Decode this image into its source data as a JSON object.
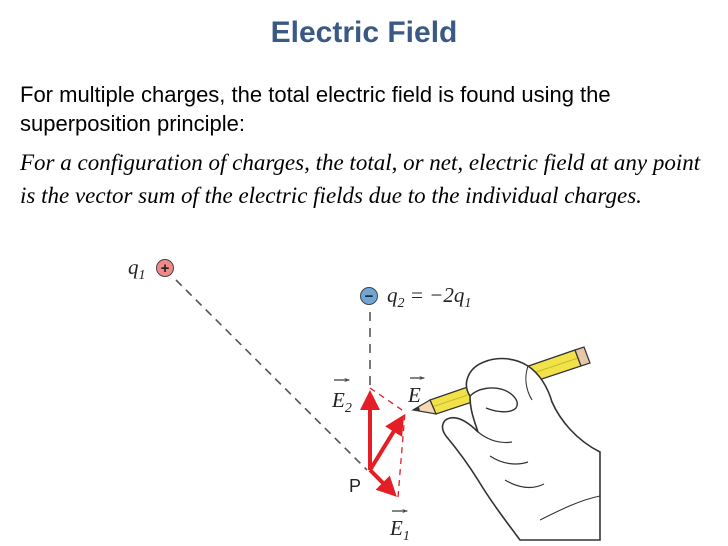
{
  "slide": {
    "title": "Electric Field",
    "intro": "For multiple charges, the total electric field is found using the superposition principle:",
    "principle": "For a configuration of charges, the total, or net, electric field at any point is the vector sum of the electric fields due to the individual charges."
  },
  "figure": {
    "q1_label": "q",
    "q1_sub": "1",
    "q1_sign": "+",
    "q2_label": "q",
    "q2_sub": "2",
    "q2_equals": " = −2q",
    "q2_equals_sub": "1",
    "q2_sign": "−",
    "point_label": "P",
    "e_total_label": "E",
    "e2_label": "E",
    "e2_sub": "2",
    "e1_label": "E",
    "e1_sub": "1",
    "colors": {
      "vector": "#e31e24",
      "charge_positive": "#f08a8a",
      "charge_negative": "#6fa6d6",
      "pencil": "#f2e24a",
      "title": "#3a5a85"
    },
    "icons": [
      "hand-with-pencil-illustration"
    ]
  }
}
